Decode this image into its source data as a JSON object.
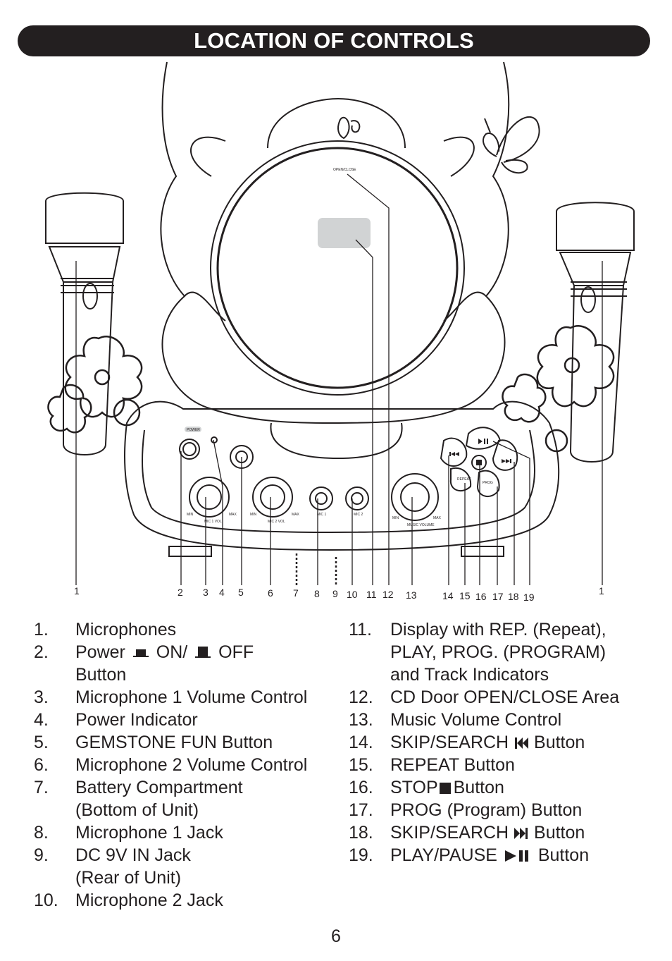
{
  "title": "LOCATION OF CONTROLS",
  "device_labels": {
    "open_close": "OPEN/CLOSE",
    "power": "POWER",
    "min": "MIN",
    "max": "MAX",
    "mic1_vol": "MIC 1 VOL",
    "mic2_vol": "MIC 2 VOL",
    "mic1": "MIC 1",
    "mic2": "MIC 2",
    "music_volume": "MUSIC VOLUME",
    "repeat": "REPEAT",
    "prog": "PROG"
  },
  "callouts": [
    "1",
    "2",
    "3",
    "4",
    "5",
    "6",
    "7",
    "8",
    "9",
    "10",
    "11",
    "12",
    "13",
    "14",
    "15",
    "16",
    "17",
    "18",
    "19",
    "1"
  ],
  "list_left": [
    {
      "num": "1.",
      "text": "Microphones"
    },
    {
      "num": "2.",
      "text_a": "Power",
      "text_b": "ON/",
      "text_c": "OFF",
      "cont": "Button"
    },
    {
      "num": "3.",
      "text": "Microphone 1 Volume Control"
    },
    {
      "num": "4.",
      "text": "Power Indicator"
    },
    {
      "num": "5.",
      "text": "GEMSTONE FUN Button"
    },
    {
      "num": "6.",
      "text": "Microphone 2 Volume Control"
    },
    {
      "num": "7.",
      "text": "Battery Compartment",
      "cont": "(Bottom of Unit)"
    },
    {
      "num": "8.",
      "text": "Microphone 1 Jack"
    },
    {
      "num": "9.",
      "text": "DC 9V IN Jack",
      "cont": "(Rear of Unit)"
    },
    {
      "num": "10.",
      "text": "Microphone 2 Jack"
    }
  ],
  "list_right": [
    {
      "num": "11.",
      "text": "Display with REP. (Repeat),",
      "cont1": "PLAY, PROG. (PROGRAM)",
      "cont2": "and Track Indicators"
    },
    {
      "num": "12.",
      "text": "CD Door OPEN/CLOSE Area"
    },
    {
      "num": "13.",
      "text": "Music Volume Control"
    },
    {
      "num": "14.",
      "text_a": "SKIP/SEARCH",
      "text_b": "Button"
    },
    {
      "num": "15.",
      "text": "REPEAT Button"
    },
    {
      "num": "16.",
      "text_a": "STOP",
      "text_b": "Button"
    },
    {
      "num": "17.",
      "text": "PROG (Program) Button"
    },
    {
      "num": "18.",
      "text_a": "SKIP/SEARCH",
      "text_b": "Button"
    },
    {
      "num": "19.",
      "text_a": "PLAY/PAUSE",
      "text_b": "Button"
    }
  ],
  "page_number": "6"
}
